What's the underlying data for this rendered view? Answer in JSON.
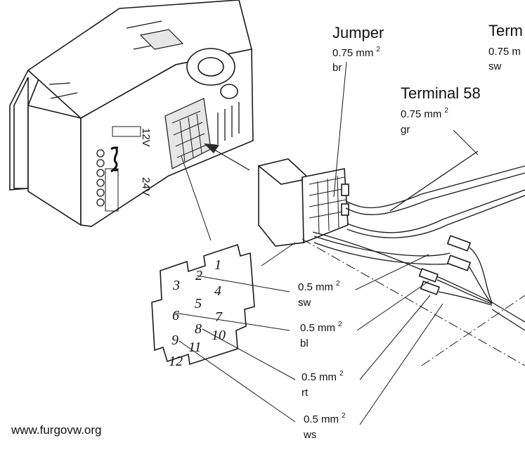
{
  "labels": {
    "jumper": {
      "title": "Jumper",
      "spec": "0.75 mm",
      "sup": "2",
      "color": "br"
    },
    "terminal_top": {
      "title": "Term",
      "spec": "0.75 m",
      "color": "sw"
    },
    "terminal58": {
      "title": "Terminal 58",
      "spec": "0.75 mm",
      "sup": "2",
      "color": "gr"
    },
    "wire_sw": {
      "spec": "0.5 mm",
      "sup": "2",
      "color": "sw"
    },
    "wire_bl": {
      "spec": "0.5 mm",
      "sup": "2",
      "color": "bl"
    },
    "wire_rt": {
      "spec": "0.5 mm",
      "sup": "2",
      "color": "rt"
    },
    "wire_ws": {
      "spec": "0.5 mm",
      "sup": "2",
      "color": "ws"
    }
  },
  "unit_markings": {
    "v12": "12V",
    "v24": "24V"
  },
  "pins": [
    "1",
    "2",
    "3",
    "4",
    "5",
    "6",
    "7",
    "8",
    "9",
    "10",
    "11",
    "12"
  ],
  "watermark": "www.furgovw.org"
}
